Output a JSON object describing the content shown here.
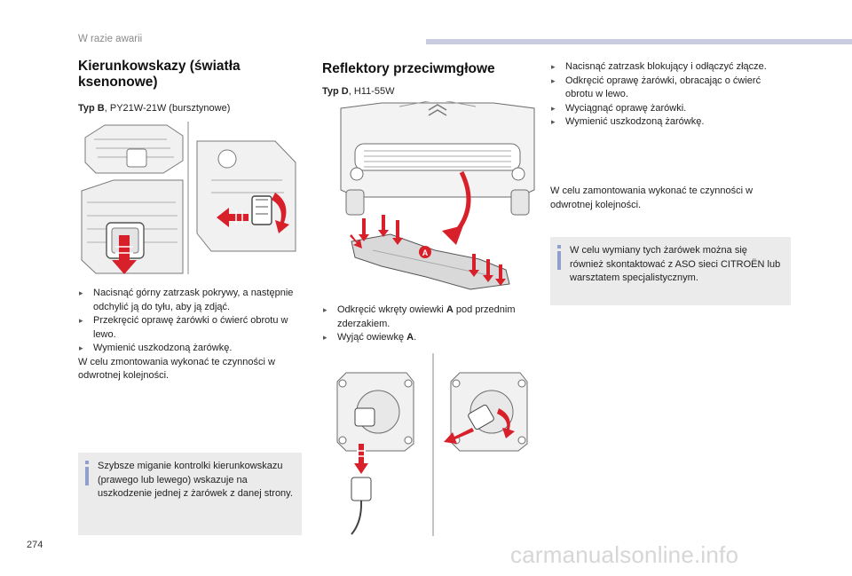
{
  "header": {
    "section": "W razie awarii"
  },
  "page_number": "274",
  "watermark": "carmanualsonline.info",
  "colors": {
    "arrow_red": "#d8202a",
    "note_bg": "#ebebeb",
    "note_accent": "#8fa0cf",
    "header_bar": "#c9ccdf"
  },
  "col1": {
    "title_line1": "Kierunkowskazy (światła",
    "title_line2": "ksenonowe)",
    "type_label": "Typ B",
    "type_value": ", PY21W-21W (bursztynowe)",
    "steps": [
      "Nacisnąć górny zatrzask pokrywy, a następnie odchylić ją do tyłu, aby ją zdjąć.",
      "Przekręcić oprawę żarówki o ćwierć obrotu w lewo.",
      "Wymienić uszkodzoną żarówkę."
    ],
    "closing": "W celu zmontowania wykonać te czynności w odwrotnej kolejności.",
    "note": "Szybsze miganie kontrolki kierunkowskazu (prawego lub lewego) wskazuje na uszkodzenie jednej z żarówek z danej strony."
  },
  "col2": {
    "title": "Reflektory przeciwmgłowe",
    "type_label": "Typ D",
    "type_value": ", H11-55W",
    "callout": "A",
    "steps": [
      {
        "before": "Odkręcić wkręty owiewki ",
        "bold": "A",
        "after": " pod przednim zderzakiem."
      },
      {
        "before": "Wyjąć owiewkę ",
        "bold": "A",
        "after": "."
      }
    ]
  },
  "col3": {
    "steps": [
      "Nacisnąć zatrzask blokujący i odłączyć złącze.",
      "Odkręcić oprawę żarówki, obracając o ćwierć obrotu w lewo.",
      "Wyciągnąć oprawę żarówki.",
      "Wymienić uszkodzoną żarówkę."
    ],
    "closing": "W celu zamontowania wykonać te czynności w odwrotnej kolejności.",
    "note": "W celu wymiany tych żarówek można się również skontaktować z ASO sieci CITROËN lub warsztatem specjalistycznym."
  }
}
